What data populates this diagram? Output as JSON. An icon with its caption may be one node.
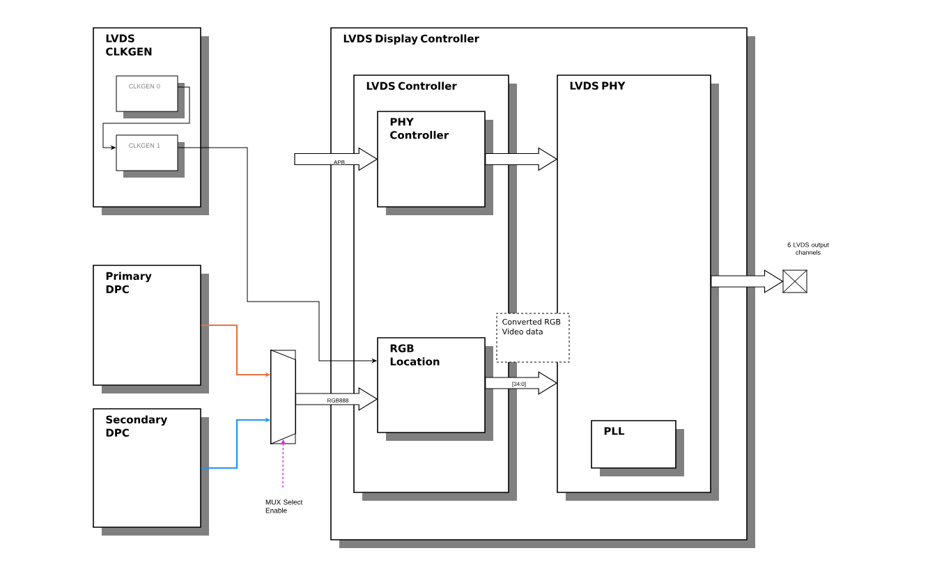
{
  "diagram": {
    "nodes": [
      {
        "text": [
          "LVDS CLKGEN"
        ]
      },
      {
        "text": [
          "CLKGEN 0"
        ],
        "in": 0
      },
      {
        "text": [
          "CLKGEN 1"
        ],
        "in": 0
      },
      {
        "text": [
          "Primary DPC"
        ]
      },
      {
        "text": [
          "Secondary DPC"
        ]
      },
      {
        "text": [
          "LVDS Display Controller"
        ]
      },
      {
        "text": [
          "LVDS Controller"
        ],
        "in": 5
      },
      {
        "text": [
          "PHY Controller"
        ],
        "in": 6
      },
      {
        "text": [
          "RGB Location"
        ],
        "in": 6
      },
      {
        "text": [
          "LVDS PHY"
        ],
        "in": 5
      },
      {
        "text": [
          "PLL"
        ],
        "in": 9
      },
      {
        "text": [],
        "shape": "trapezoid"
      },
      {
        "text": [
          "Converted RGB Video data"
        ],
        "in": 5
      },
      {
        "text": [],
        "shape": "box"
      }
    ],
    "labels": [
      "6 LVDS output channels"
    ],
    "edges": [
      {
        "from": 1,
        "to": 2,
        "arrow": "to"
      },
      {
        "from": 2,
        "to": 8,
        "arrow": "to"
      },
      {
        "from": null,
        "to": 7,
        "arrow": "to",
        "label": "APB",
        "style": "thick"
      },
      {
        "from": 7,
        "to": 9,
        "arrow": "to",
        "style": "thick"
      },
      {
        "from": 3,
        "to": 11,
        "arrow": "to",
        "color": "#f07040"
      },
      {
        "from": 4,
        "to": 11,
        "arrow": "to",
        "color": "#2196f3"
      },
      {
        "from": null,
        "to": 11,
        "arrow": "to",
        "label": "MUX Select Enable",
        "style": "dashed",
        "color": "#e020e0"
      },
      {
        "from": 11,
        "to": 8,
        "arrow": "to",
        "label": "RGB888",
        "style": "thick"
      },
      {
        "from": 8,
        "to": 9,
        "arrow": "to",
        "label": "[34:0]",
        "style": "thick"
      },
      {
        "from": 9,
        "to": 13,
        "arrow": "to",
        "style": "thick"
      }
    ]
  }
}
